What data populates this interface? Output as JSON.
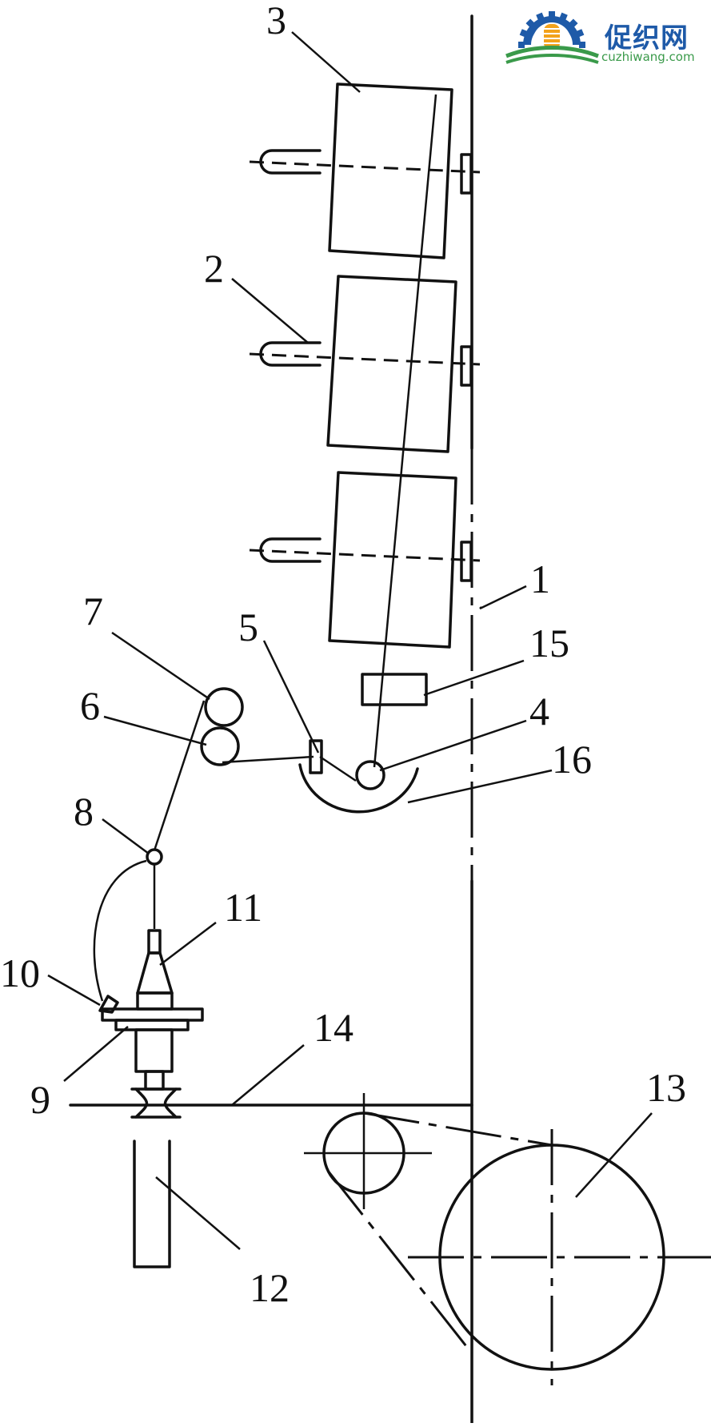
{
  "logo": {
    "title": "促织网",
    "url": "cuzhiwang.com",
    "colors": {
      "blue": "#1e5aa8",
      "orange": "#f2a21b",
      "green": "#3a9a4a"
    }
  },
  "labels": {
    "l1": "1",
    "l2": "2",
    "l3": "3",
    "l4": "4",
    "l5": "5",
    "l6": "6",
    "l7": "7",
    "l8": "8",
    "l9": "9",
    "l10": "10",
    "l11": "11",
    "l12": "12",
    "l13": "13",
    "l14": "14",
    "l15": "15",
    "l16": "16"
  }
}
